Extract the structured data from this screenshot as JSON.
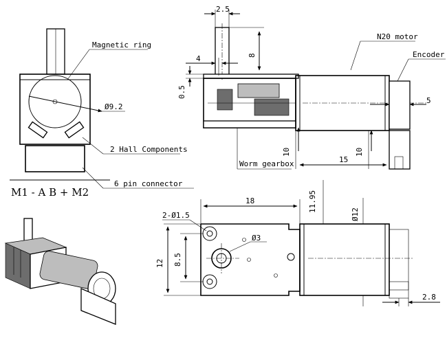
{
  "front_view": {
    "magnetic_ring_label": "Magnetic ring",
    "diameter_label": "Ø9.2",
    "hall_label": "2 Hall Components",
    "connector_label": "6 pin connector",
    "pinout": "M1 - A B + M2"
  },
  "side_view": {
    "motor_label": "N20 motor",
    "encoder_label": "Encoder",
    "gearbox_label": "Worm gearbox",
    "dims": {
      "shaft_width": "2.5",
      "shaft_flat": "4",
      "shaft_height": "8",
      "plate": "0.5",
      "encoder_offset": "5",
      "gearbox_height": "10",
      "motor_height": "10",
      "motor_length": "15"
    }
  },
  "bottom_view": {
    "dims": {
      "length": "18",
      "motor_offset": "11.95",
      "motor_dia": "Ø12",
      "holes": "2-Ø1.5",
      "bore": "Ø3",
      "hole_spacing": "8.5",
      "height": "12",
      "tab": "2.8"
    }
  }
}
